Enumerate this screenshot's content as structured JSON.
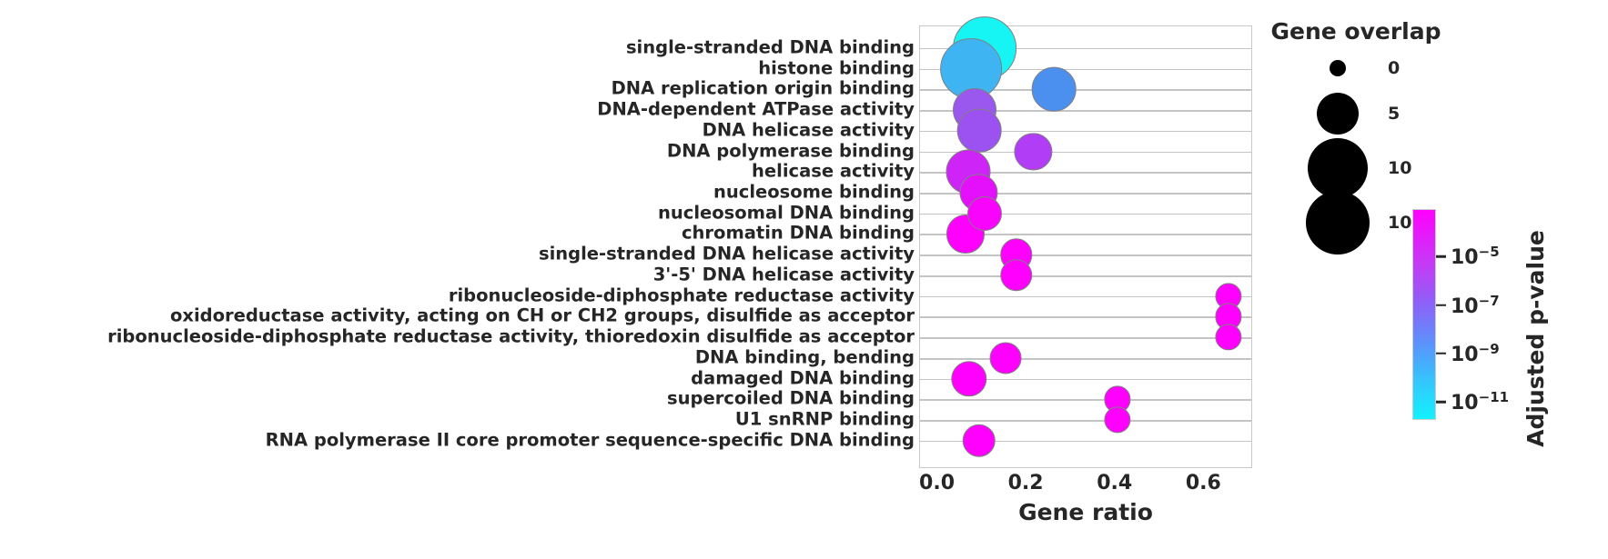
{
  "chart_data": {
    "type": "scatter",
    "title": "",
    "xlabel": "Gene ratio",
    "ylabel": "",
    "xlim": [
      -0.04,
      0.71
    ],
    "xticks": [
      "0.0",
      "0.2",
      "0.4",
      "0.6"
    ],
    "xtickvals": [
      0.0,
      0.2,
      0.4,
      0.6
    ],
    "grid": true,
    "legend_position": "right",
    "categories": [
      "single-stranded DNA binding",
      "histone binding",
      "DNA replication origin binding",
      "DNA-dependent ATPase activity",
      "DNA helicase activity",
      "DNA polymerase binding",
      "helicase activity",
      "nucleosome binding",
      "nucleosomal DNA binding",
      "chromatin DNA binding",
      "single-stranded DNA helicase activity",
      "3'-5' DNA helicase activity",
      "ribonucleoside-diphosphate reductase activity",
      "oxidoreductase activity, acting on CH or CH2 groups, disulfide as acceptor",
      "ribonucleoside-diphosphate reductase activity, thioredoxin disulfide as acceptor",
      "DNA binding, bending",
      "damaged DNA binding",
      "supercoiled DNA binding",
      "U1 snRNP binding",
      "RNA polymerase II core promoter sequence-specific DNA binding"
    ],
    "points": [
      {
        "category": "single-stranded DNA binding",
        "gene_ratio": 0.105,
        "gene_overlap": 13.5,
        "color": "#16f4f4"
      },
      {
        "category": "histone binding",
        "gene_ratio": 0.075,
        "gene_overlap": 12.5,
        "color": "#3fb4f2"
      },
      {
        "category": "DNA replication origin binding",
        "gene_ratio": 0.262,
        "gene_overlap": 5.2,
        "color": "#4b90ee"
      },
      {
        "category": "DNA-dependent ATPase activity",
        "gene_ratio": 0.082,
        "gene_overlap": 5.0,
        "color": "#9a58ef"
      },
      {
        "category": "DNA helicase activity",
        "gene_ratio": 0.093,
        "gene_overlap": 5.2,
        "color": "#9b52f1"
      },
      {
        "category": "DNA polymerase binding",
        "gene_ratio": 0.215,
        "gene_overlap": 3.2,
        "color": "#b13df6"
      },
      {
        "category": "helicase activity",
        "gene_ratio": 0.068,
        "gene_overlap": 5.3,
        "color": "#cf24f8"
      },
      {
        "category": "nucleosome binding",
        "gene_ratio": 0.092,
        "gene_overlap": 3.2,
        "color": "#e410fb"
      },
      {
        "category": "nucleosomal DNA binding",
        "gene_ratio": 0.105,
        "gene_overlap": 2.5,
        "color": "#f804fd"
      },
      {
        "category": "chromatin DNA binding",
        "gene_ratio": 0.062,
        "gene_overlap": 3.4,
        "color": "#ff00ff"
      },
      {
        "category": "single-stranded DNA helicase activity",
        "gene_ratio": 0.177,
        "gene_overlap": 2.0,
        "color": "#ff00ff"
      },
      {
        "category": "3'-5' DNA helicase activity",
        "gene_ratio": 0.177,
        "gene_overlap": 2.0,
        "color": "#ff00ff"
      },
      {
        "category": "ribonucleoside-diphosphate reductase activity",
        "gene_ratio": 0.655,
        "gene_overlap": 1.0,
        "color": "#ff00ff"
      },
      {
        "category": "oxidoreductase activity, acting on CH or CH2 groups, disulfide as acceptor",
        "gene_ratio": 0.655,
        "gene_overlap": 1.0,
        "color": "#ff00ff"
      },
      {
        "category": "ribonucleoside-diphosphate reductase activity, thioredoxin disulfide as acceptor",
        "gene_ratio": 0.655,
        "gene_overlap": 1.0,
        "color": "#ff00ff"
      },
      {
        "category": "DNA binding, bending",
        "gene_ratio": 0.153,
        "gene_overlap": 1.9,
        "color": "#ff00ff"
      },
      {
        "category": "damaged DNA binding",
        "gene_ratio": 0.07,
        "gene_overlap": 2.8,
        "color": "#ff00ff"
      },
      {
        "category": "supercoiled DNA binding",
        "gene_ratio": 0.404,
        "gene_overlap": 1.0,
        "color": "#ff00ff"
      },
      {
        "category": "U1 snRNP binding",
        "gene_ratio": 0.404,
        "gene_overlap": 1.0,
        "color": "#ff00ff"
      },
      {
        "category": "RNA polymerase II core promoter sequence-specific DNA binding",
        "gene_ratio": 0.093,
        "gene_overlap": 2.2,
        "color": "#ff00ff"
      }
    ],
    "size_legend": {
      "title": "Gene overlap",
      "entries": [
        {
          "label": "0",
          "value": 0,
          "radius_px": 9
        },
        {
          "label": "5",
          "value": 5,
          "radius_px": 23
        },
        {
          "label": "10",
          "value": 10,
          "radius_px": 33
        },
        {
          "label": "10",
          "value": 10,
          "radius_px": 35
        }
      ]
    },
    "colorbar": {
      "title": "Adjusted p-value",
      "scale": "log",
      "ticks": [
        {
          "mantissa": "10",
          "exponent": "−5",
          "label": "10⁻⁵"
        },
        {
          "mantissa": "10",
          "exponent": "−7",
          "label": "10⁻⁷"
        },
        {
          "mantissa": "10",
          "exponent": "−9",
          "label": "10⁻⁹"
        },
        {
          "mantissa": "10",
          "exponent": "−11",
          "label": "10⁻¹¹"
        }
      ],
      "color_high": "#ff00ff",
      "color_low": "#12f2ff"
    }
  }
}
